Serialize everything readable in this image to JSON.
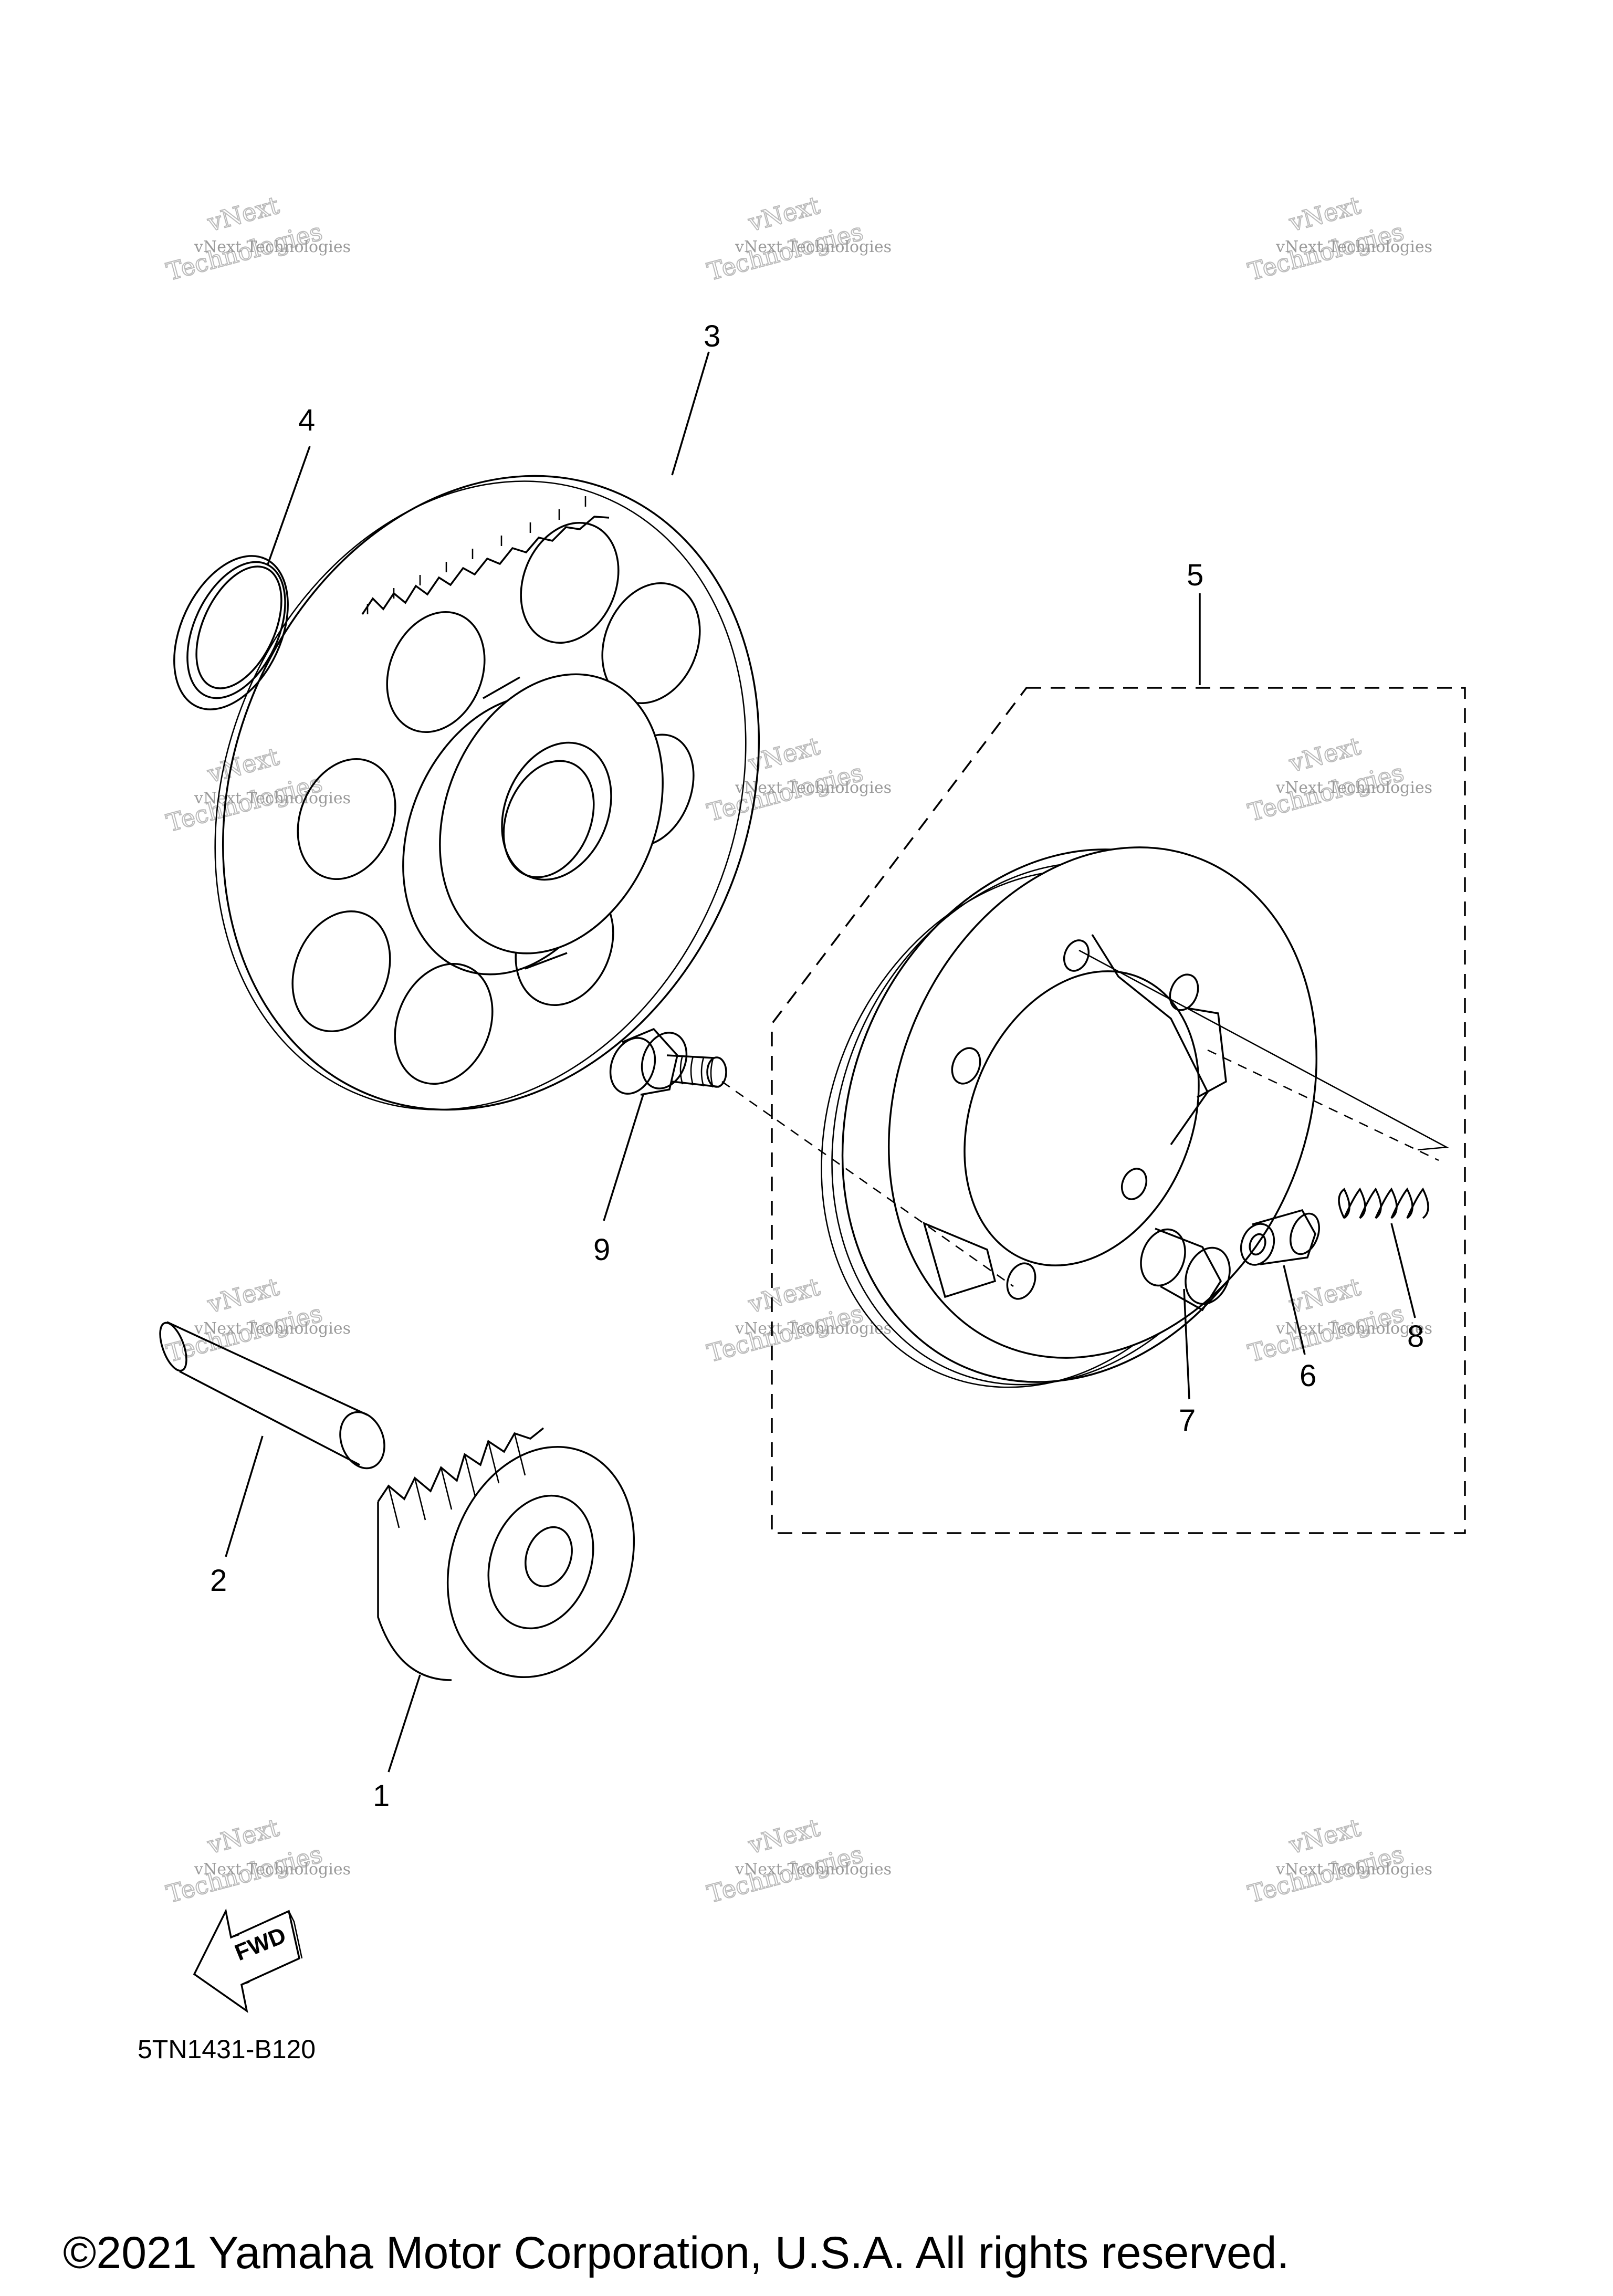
{
  "diagram": {
    "callouts": [
      {
        "id": "1",
        "label": "1"
      },
      {
        "id": "2",
        "label": "2"
      },
      {
        "id": "3",
        "label": "3"
      },
      {
        "id": "4",
        "label": "4"
      },
      {
        "id": "5",
        "label": "5"
      },
      {
        "id": "6",
        "label": "6"
      },
      {
        "id": "7",
        "label": "7"
      },
      {
        "id": "8",
        "label": "8"
      },
      {
        "id": "9",
        "label": "9"
      }
    ],
    "fwd_label": "FWD",
    "diagram_code": "5TN1431-B120",
    "copyright": "©2021 Yamaha Motor Corporation, U.S.A. All rights reserved."
  },
  "watermark": {
    "line1": "vNext Technologies",
    "line2": "vNext",
    "line3": "Technologies"
  },
  "colors": {
    "ink": "#000000",
    "watermark": "#9a9a9a",
    "background": "#ffffff"
  }
}
